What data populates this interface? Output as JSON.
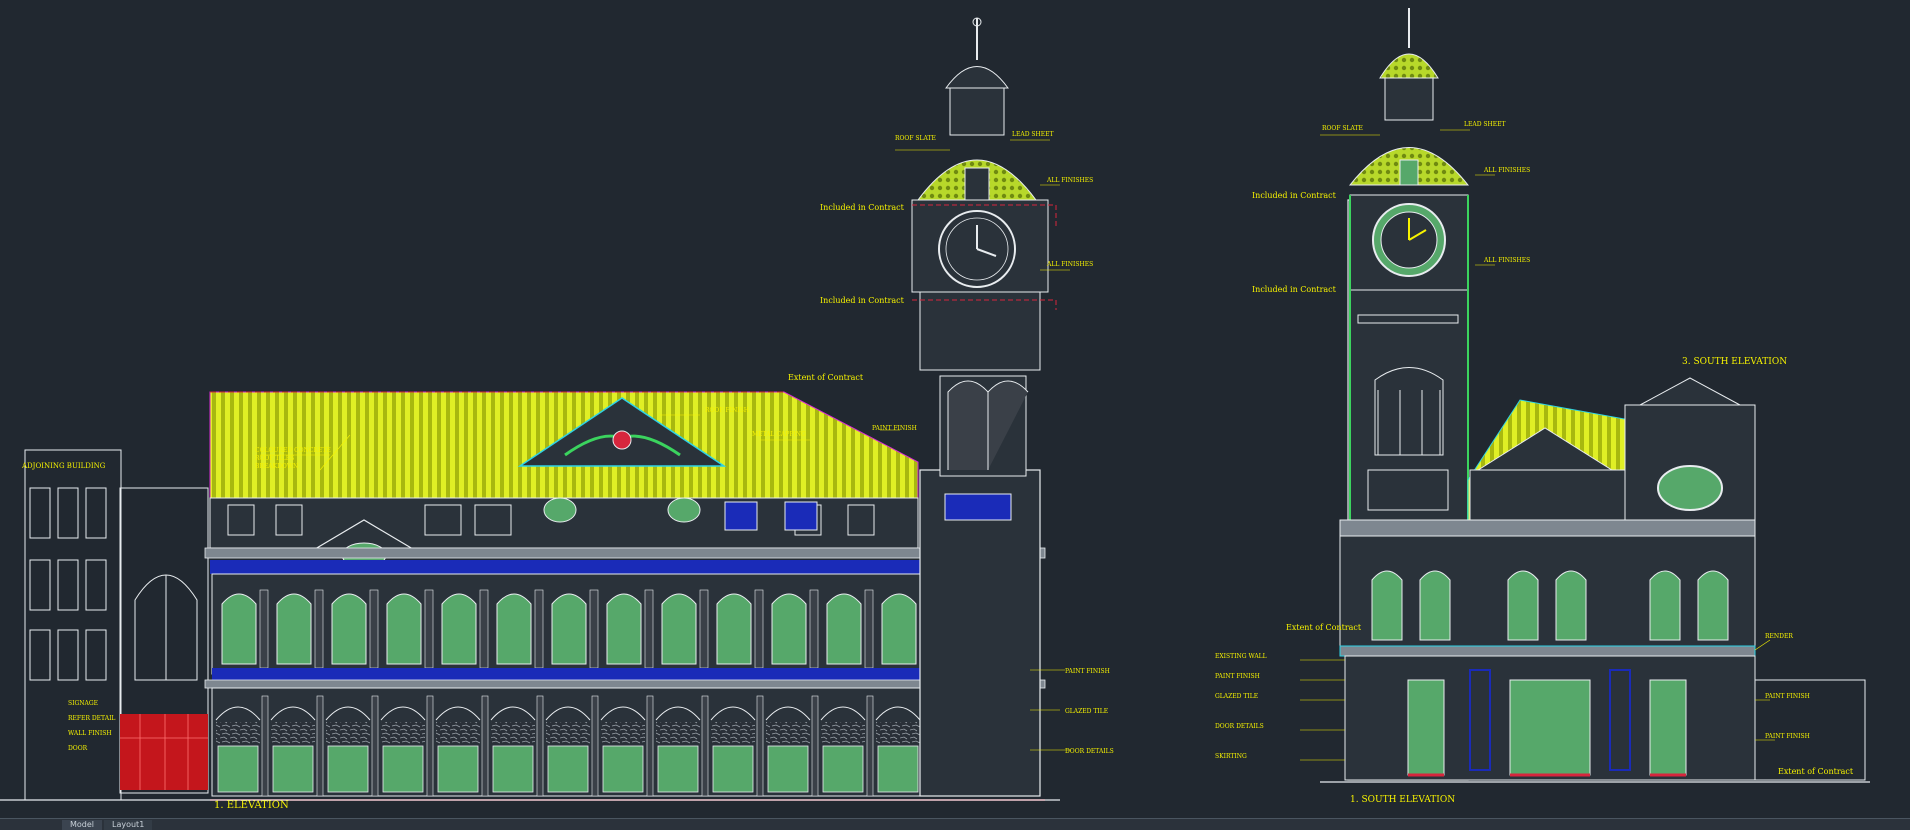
{
  "drawing": {
    "left_title": "1.    ELEVATION",
    "right_title": "1.    SOUTH ELEVATION",
    "right_top_title": "3.    SOUTH ELEVATION",
    "included_label": "Included in Contract",
    "extent_label": "Extent of Contract",
    "neighbour_label": "ADJOINING BUILDING"
  },
  "tabs": {
    "model": "Model",
    "layout": "Layout1"
  },
  "colors": {
    "background": "#212830",
    "line": "#e8ecef",
    "roof": "#d9ea1f",
    "glass": "#56a86a",
    "frieze": "#1a2bb8",
    "annotation": "#f6f200",
    "cut": "#d7263d",
    "magenta": "#d62ad6",
    "cyan": "#2ed3e6"
  }
}
